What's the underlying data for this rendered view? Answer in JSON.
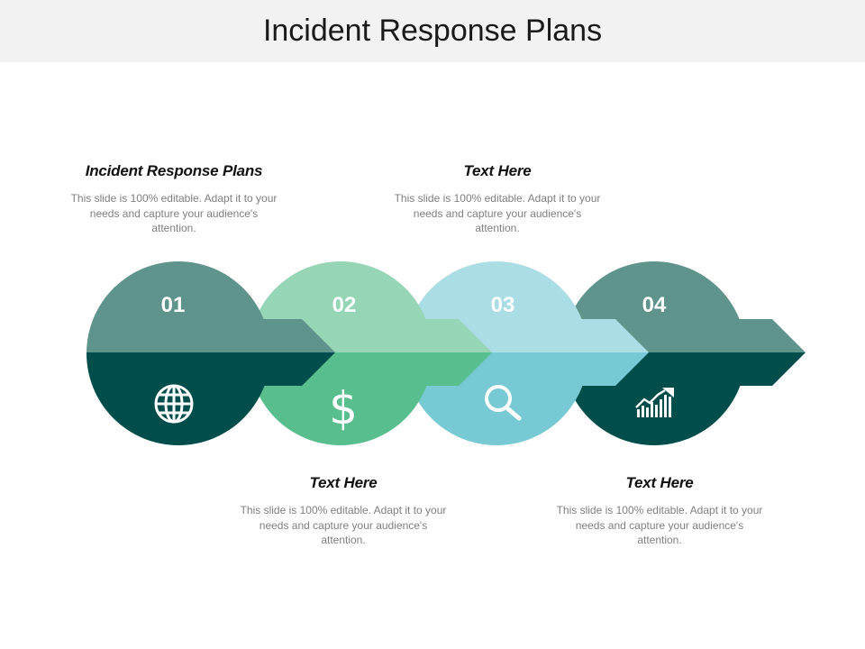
{
  "title": "Incident Response Plans",
  "steps": [
    {
      "number": "01",
      "icon": "globe-icon",
      "top_color": "#5f948c",
      "bottom_color": "#004e4b"
    },
    {
      "number": "02",
      "icon": "dollar-icon",
      "top_color": "#96d5b6",
      "bottom_color": "#58be8d"
    },
    {
      "number": "03",
      "icon": "search-icon",
      "top_color": "#abdde5",
      "bottom_color": "#77c9d3"
    },
    {
      "number": "04",
      "icon": "growth-chart-icon",
      "top_color": "#5f948c",
      "bottom_color": "#004e4b"
    }
  ],
  "captions": [
    {
      "heading": "Incident Response Plans",
      "body": "This slide is 100% editable. Adapt it to your needs and capture your audience's attention."
    },
    {
      "heading": "Text Here",
      "body": "This slide is 100% editable. Adapt it to your needs and capture your audience's attention."
    },
    {
      "heading": "Text Here",
      "body": "This slide is 100% editable. Adapt it to your needs and capture your audience's attention."
    },
    {
      "heading": "Text Here",
      "body": "This slide is 100% editable. Adapt it to your needs and capture your audience's attention."
    }
  ],
  "dollar_symbol": "$"
}
